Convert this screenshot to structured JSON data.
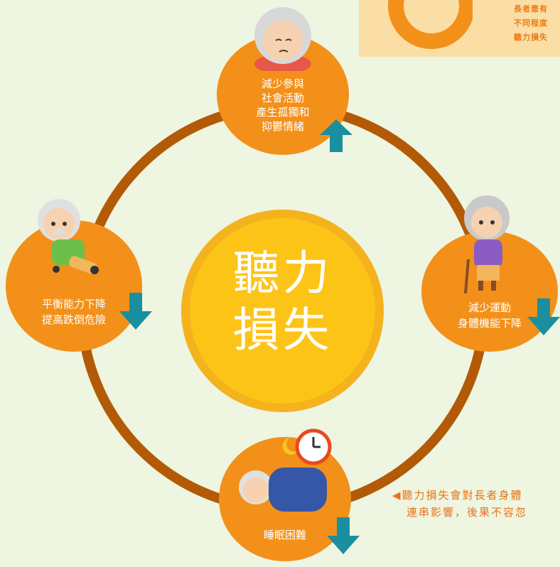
{
  "center": {
    "line1": "聽力",
    "line2": "損失"
  },
  "nodes": {
    "top": {
      "lines": [
        "減少參與",
        "社會活動",
        "產生孤獨和",
        "抑鬱情緒"
      ],
      "arrow": "up"
    },
    "right": {
      "lines": [
        "減少運動",
        "身體機能下降"
      ],
      "arrow": "down"
    },
    "bottom": {
      "lines": [
        "睡眠困難"
      ],
      "arrow": "down"
    },
    "left": {
      "lines": [
        "平衡能力下降",
        "提高跌倒危險"
      ],
      "arrow": "down"
    }
  },
  "note": {
    "lines": [
      "長者患有",
      "不同程度",
      "聽力損失"
    ]
  },
  "caption": {
    "line1": "◀聽力損失會對長者身體",
    "line2": "連串影響，後果不容忽"
  },
  "colors": {
    "ring": "#b35a06",
    "node": "#f39019",
    "center": "#fdc418",
    "arrow": "#1a8fa0",
    "background": "#eef5e1"
  }
}
